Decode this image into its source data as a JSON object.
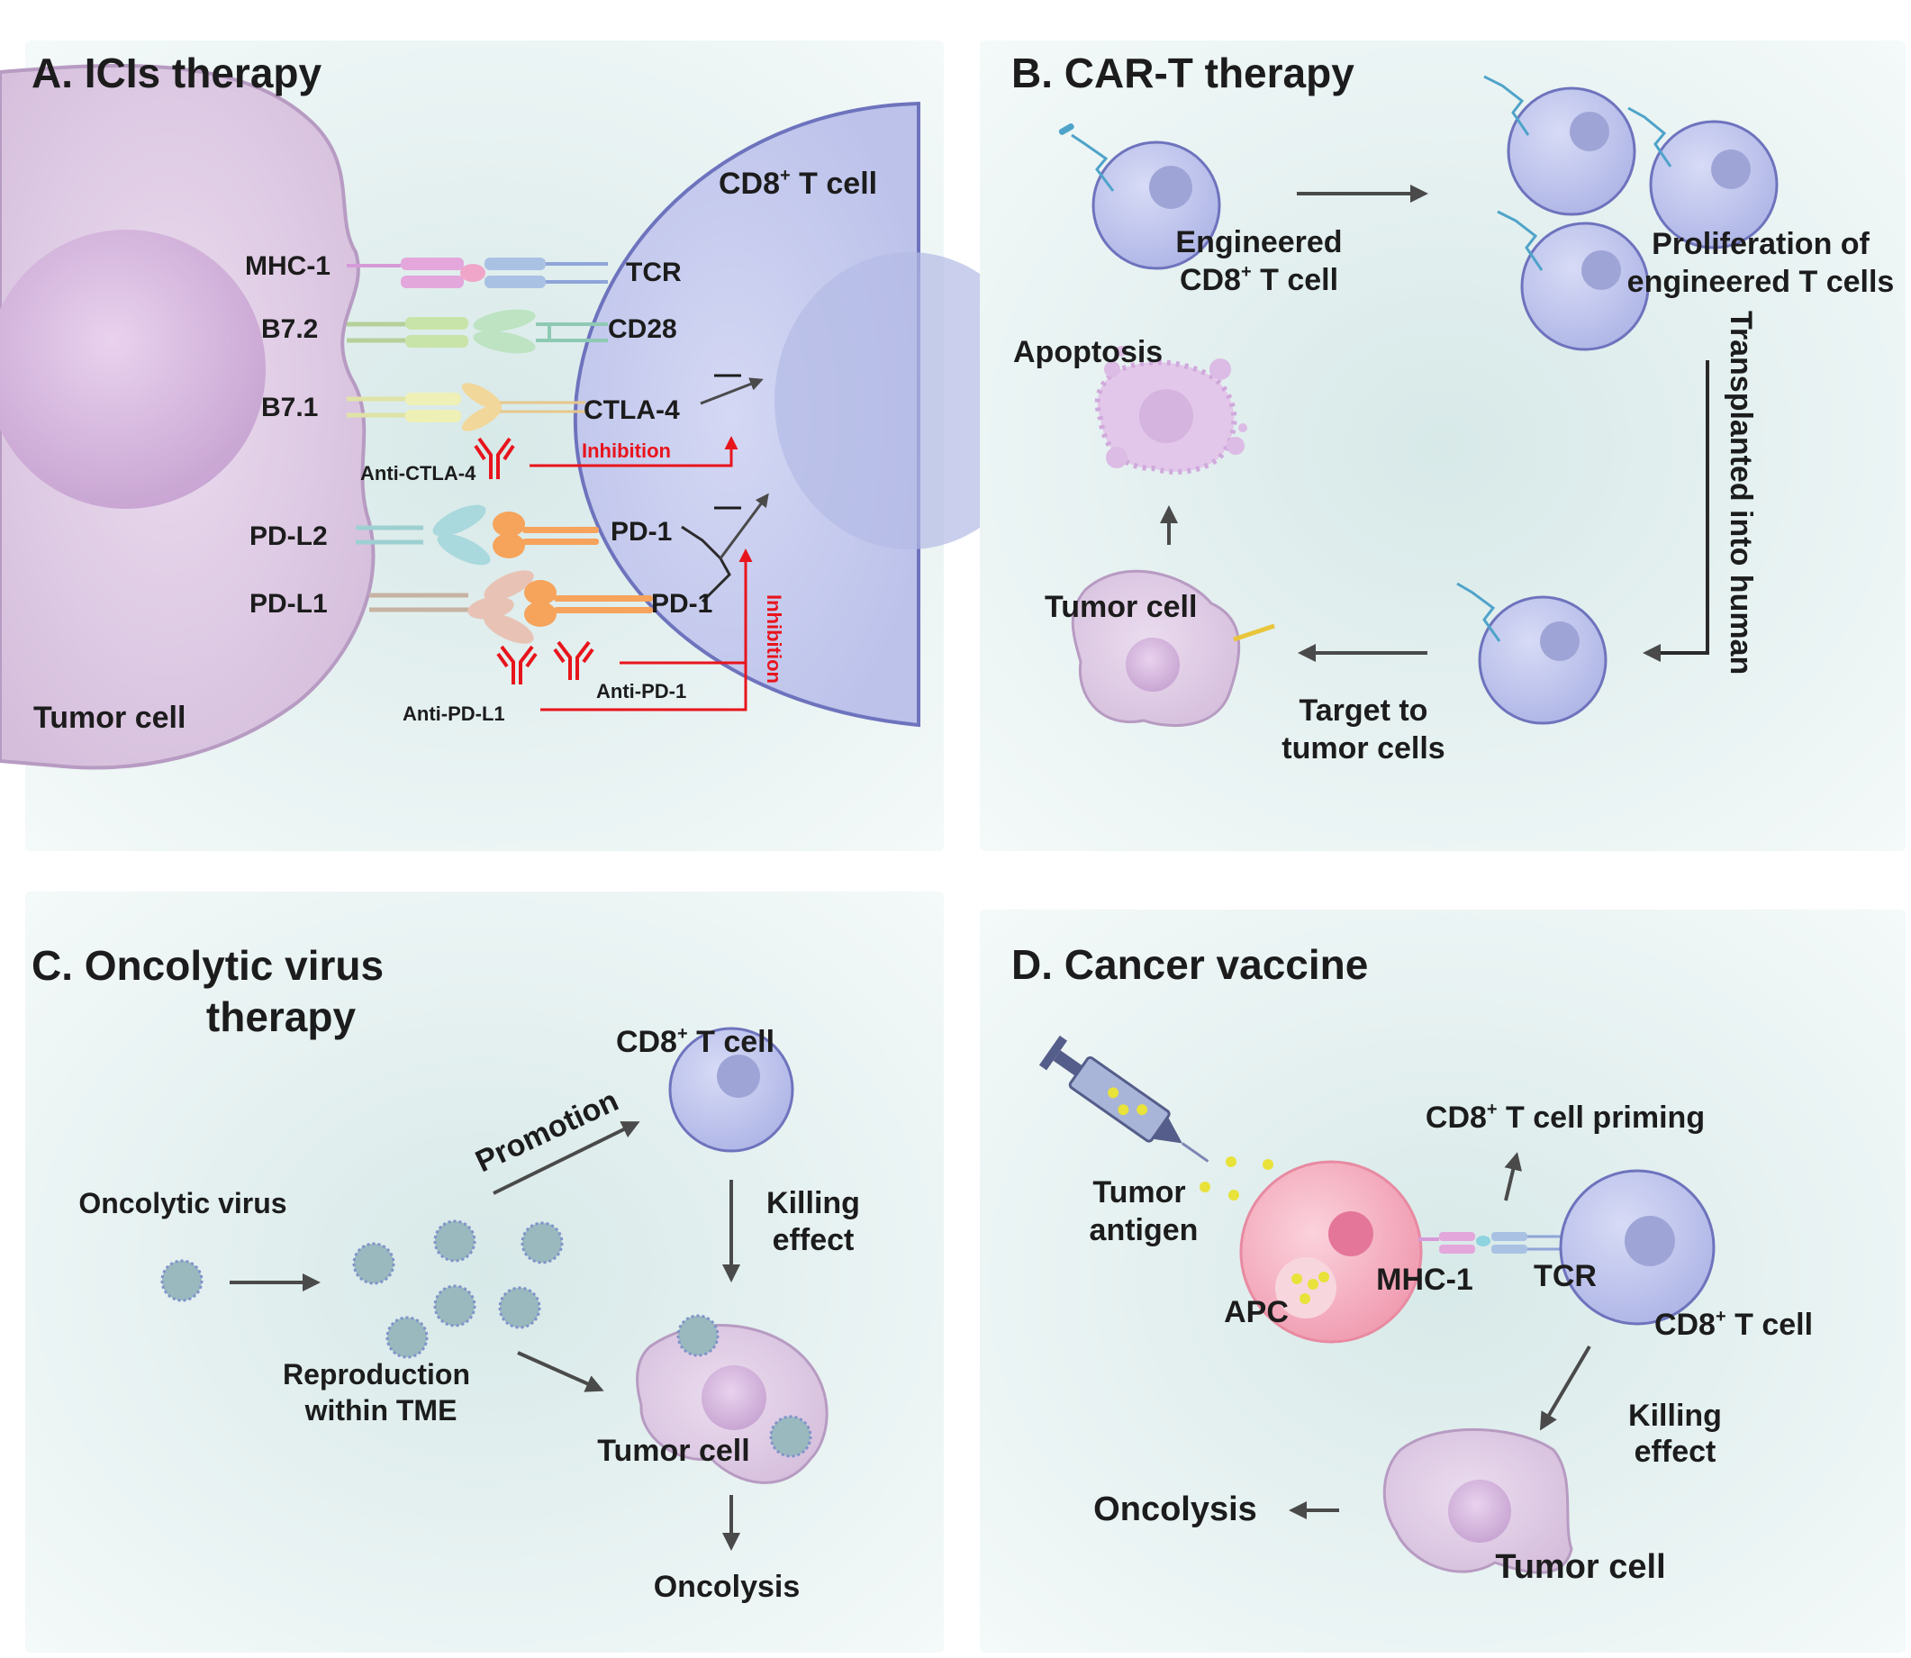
{
  "colors": {
    "panel_bg": "#e9f3f2",
    "tumor_fill": "#dcc6e0",
    "tumor_stroke": "#b79bc2",
    "tcell_fill": "#c3c8ec",
    "tcell_stroke": "#6e73bd",
    "apc_fill": "#f4a4b7",
    "virus_fill": "#9ab9bf",
    "arrow": "#4a4a4a",
    "inhibition": "#e8141c",
    "antigen": "#e8e23a"
  },
  "panel_a": {
    "title": "A.   ICIs therapy",
    "tumor_cell": "Tumor cell",
    "cd8_prefix": "CD8",
    "cd8_sup": "+",
    "cd8_suffix": " T cell",
    "ligands": [
      "MHC-1",
      "B7.2",
      "B7.1",
      "PD-L2",
      "PD-L1"
    ],
    "receptors": [
      "TCR",
      "CD28",
      "CTLA-4",
      "PD-1",
      "PD-1"
    ],
    "minus": "—",
    "anti_ctla4": "Anti-CTLA-4",
    "anti_pdl1": "Anti-PD-L1",
    "anti_pd1": "Anti-PD-1",
    "inhibition_1": "Inhibition",
    "inhibition_2": "Inhibition"
  },
  "panel_b": {
    "title": "B.   CAR-T therapy",
    "engineered_1": "Engineered",
    "engineered_2_prefix": "CD8",
    "engineered_2_sup": "+",
    "engineered_2_suffix": " T cell",
    "proliferation_1": "Proliferation of",
    "proliferation_2": "engineered T cells",
    "transplanted": "Transplanted into human",
    "target_1": "Target to",
    "target_2": "tumor cells",
    "tumor_cell": "Tumor cell",
    "apoptosis": "Apoptosis"
  },
  "panel_c": {
    "title_1": "C.   Oncolytic virus",
    "title_2": "therapy",
    "cd8_prefix": "CD8",
    "cd8_sup": "+",
    "cd8_suffix": " T cell",
    "promotion": "Promotion",
    "oncolytic_virus": "Oncolytic virus",
    "reproduction_1": "Reproduction",
    "reproduction_2": "within TME",
    "killing_1": "Killing",
    "killing_2": "effect",
    "tumor_cell": "Tumor cell",
    "oncolysis": "Oncolysis"
  },
  "panel_d": {
    "title": "D.    Cancer vaccine",
    "priming_prefix": "CD8",
    "priming_sup": "+",
    "priming_suffix": " T cell priming",
    "tumor_antigen_1": "Tumor",
    "tumor_antigen_2": "antigen",
    "apc": "APC",
    "mhc": "MHC-1",
    "tcr": "TCR",
    "cd8_prefix": "CD8",
    "cd8_sup": "+",
    "cd8_suffix": " T cell",
    "killing_1": "Killing",
    "killing_2": "effect",
    "oncolysis": "Oncolysis",
    "tumor_cell": "Tumor cell"
  }
}
